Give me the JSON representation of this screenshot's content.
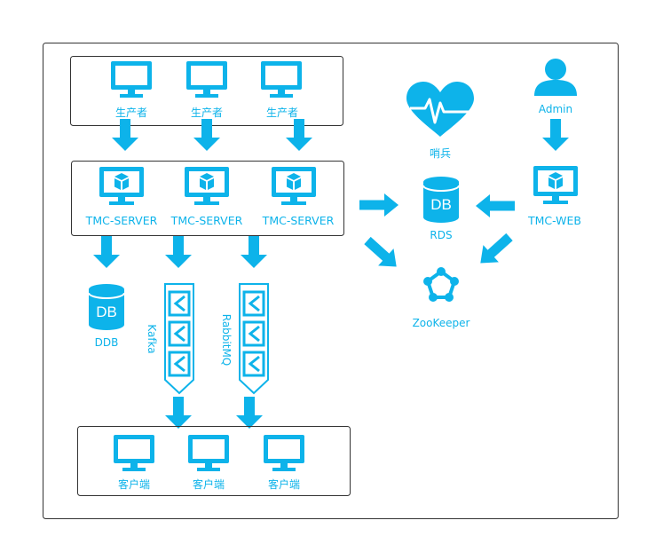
{
  "colors": {
    "accent": "#0db3ea",
    "border": "#333333",
    "background": "#ffffff"
  },
  "producers": {
    "label": "生产者",
    "icon": "monitor-icon"
  },
  "servers": {
    "label": "TMC-SERVER",
    "icon": "monitor-box-icon"
  },
  "ddb": {
    "db_text": "DB",
    "label": "DDB"
  },
  "queues": {
    "kafka": "Kafka",
    "rabbitmq": "RabbitMQ"
  },
  "clients": {
    "label": "客户端",
    "icon": "monitor-icon"
  },
  "sentinel": {
    "label": "哨兵",
    "icon": "heart-pulse-icon"
  },
  "admin": {
    "label": "Admin",
    "icon": "user-icon"
  },
  "rds": {
    "db_text": "DB",
    "label": "RDS"
  },
  "web": {
    "label": "TMC-WEB",
    "icon": "monitor-box-icon"
  },
  "zookeeper": {
    "label": "ZooKeeper",
    "icon": "zookeeper-icon"
  }
}
